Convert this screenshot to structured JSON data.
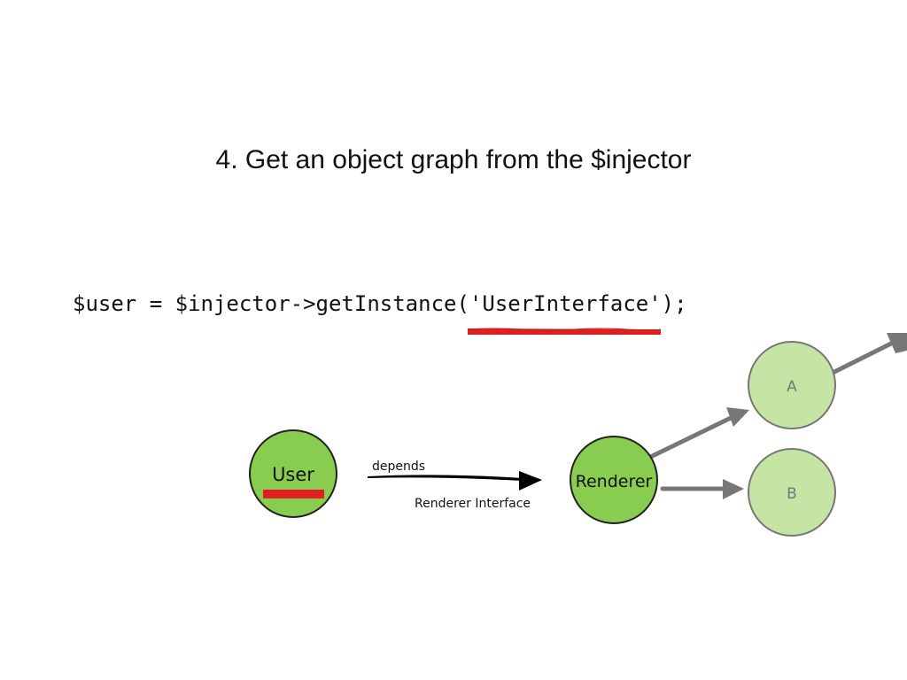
{
  "slide": {
    "title": "4. Get an object graph from the $injector",
    "code": "$user = $injector->getInstance('UserInterface');"
  },
  "diagram": {
    "nodes": {
      "user": "User",
      "renderer": "Renderer",
      "a": "A",
      "b": "B"
    },
    "edge_user_renderer": {
      "label_top": "depends",
      "label_bottom": "Renderer Interface"
    }
  },
  "colors": {
    "primary_node_fill": "#88cc50",
    "secondary_node_fill": "#c6e5a4",
    "highlight": "#e02020",
    "arrow_dark": "#000000",
    "arrow_gray": "#777777"
  }
}
